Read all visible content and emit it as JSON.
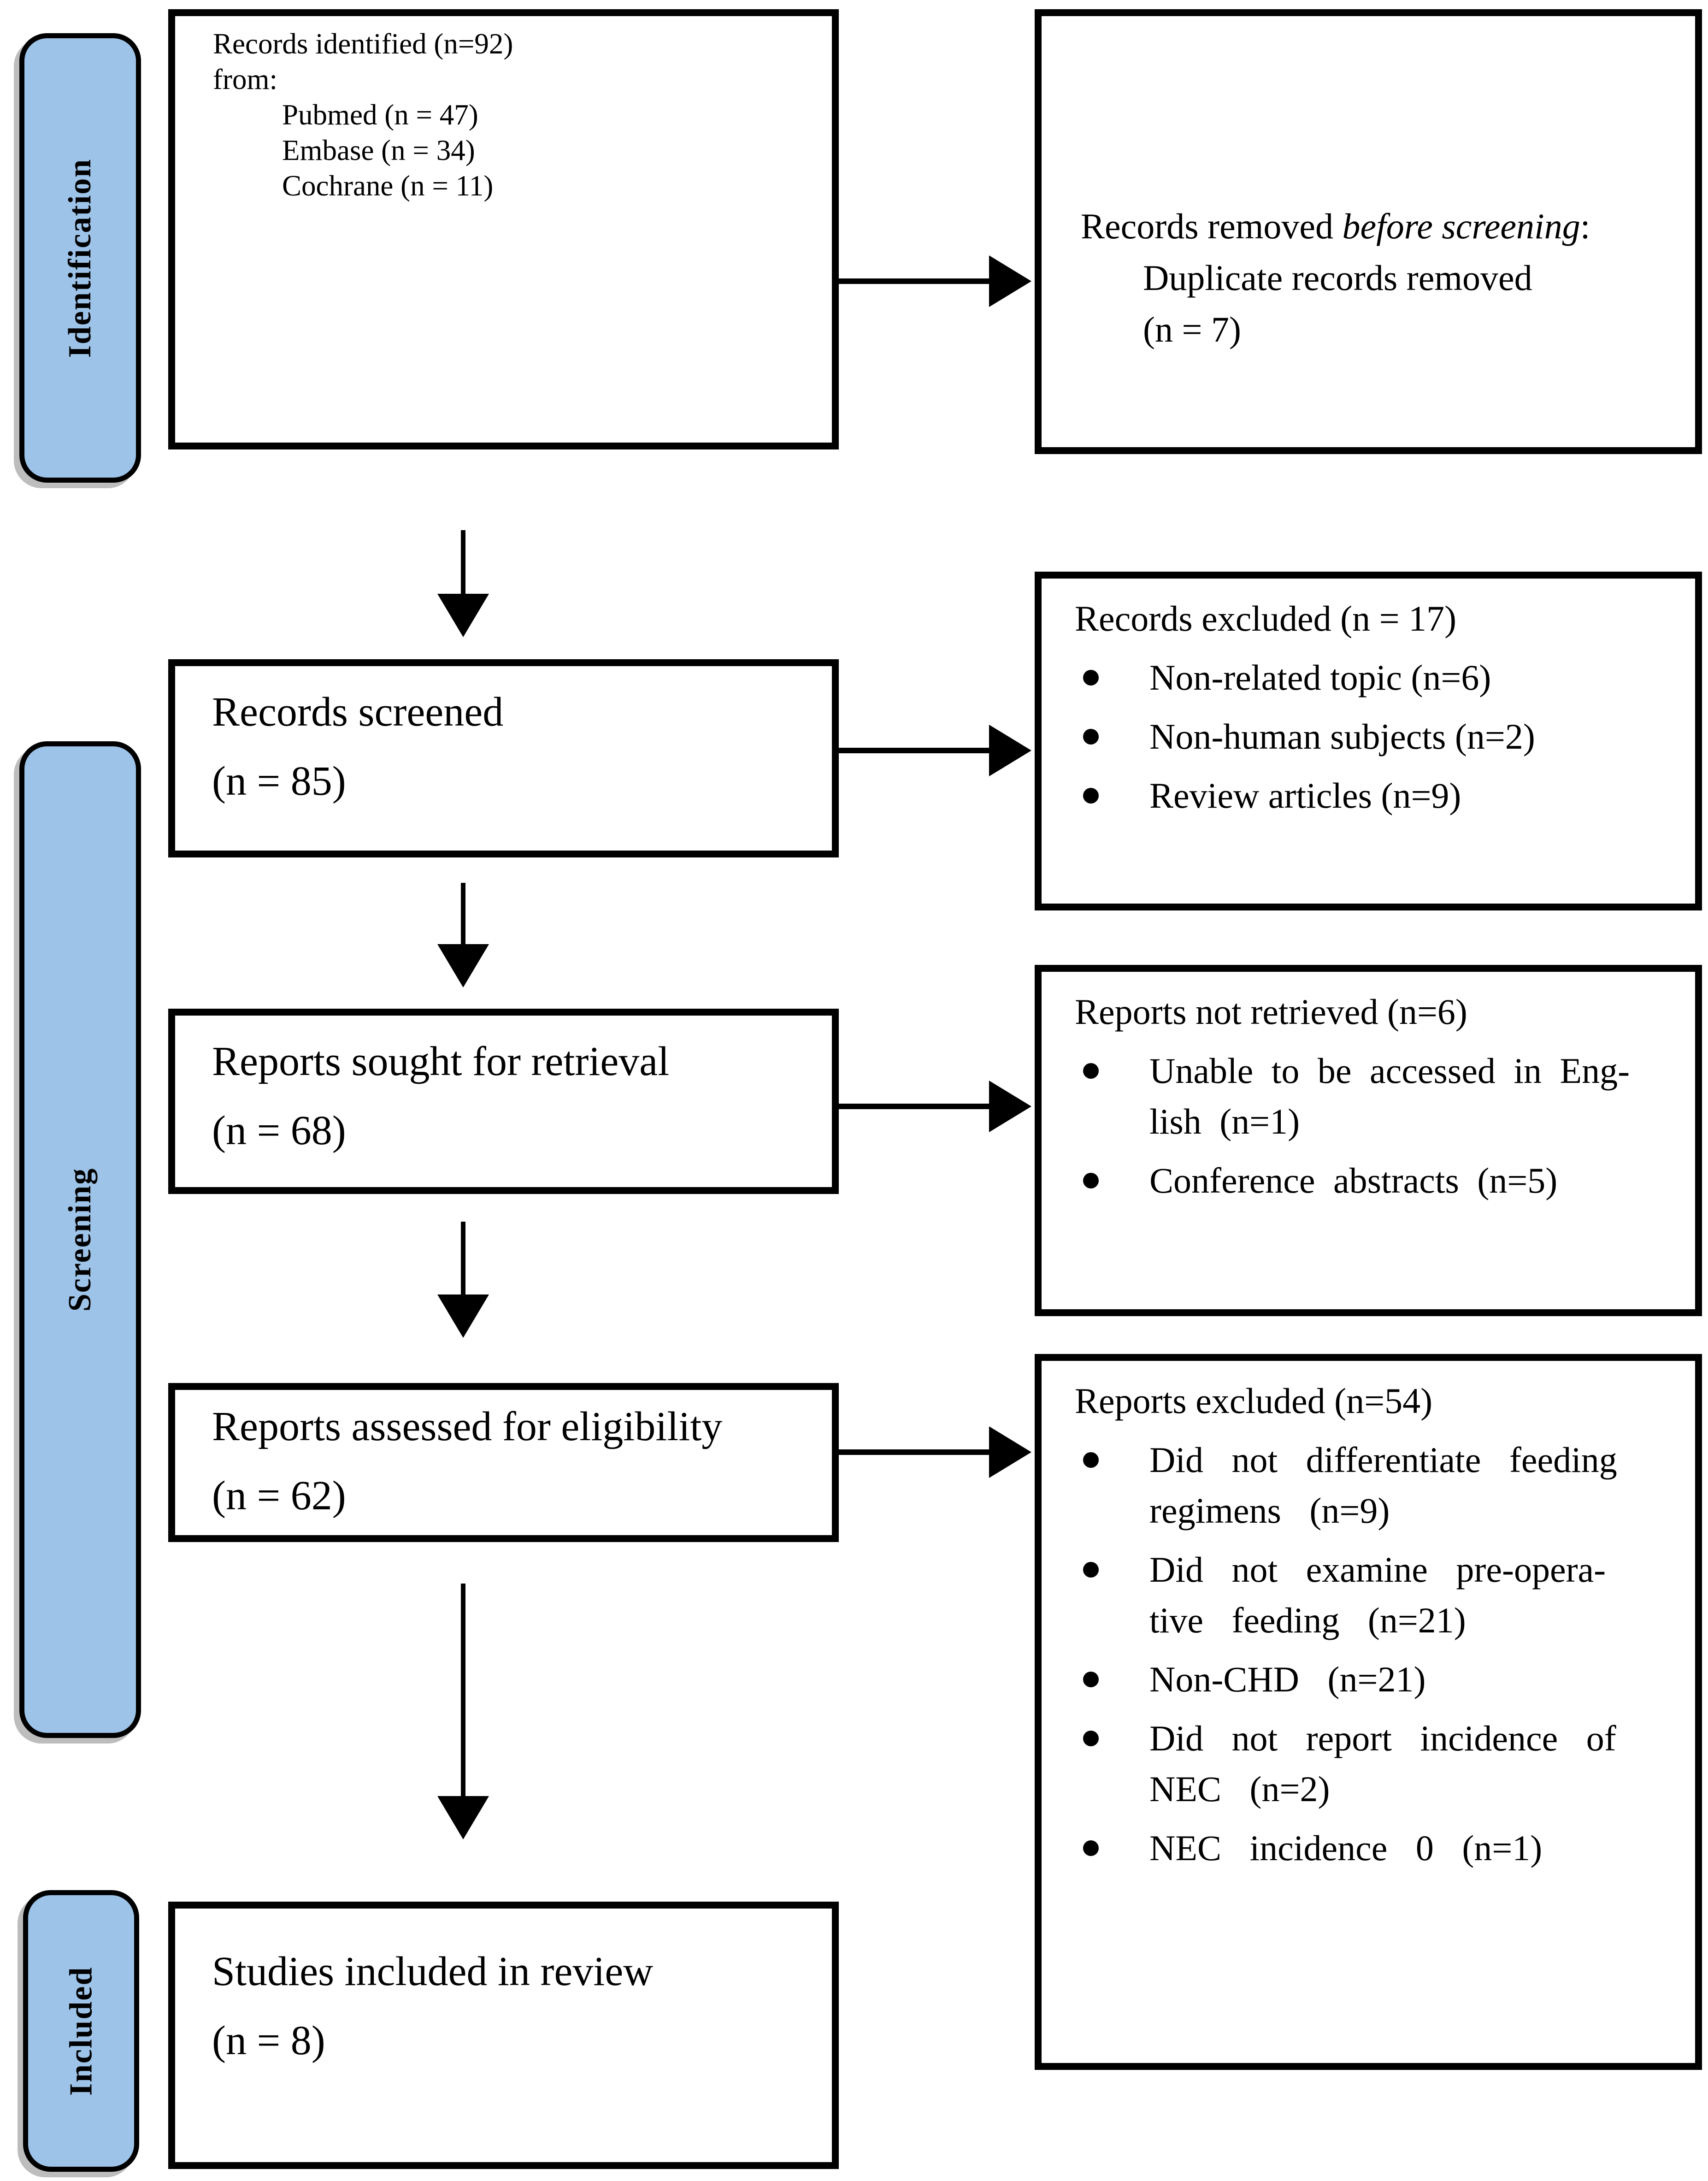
{
  "diagram_title": "PRISMA flow diagram",
  "stages": {
    "identification": "Identification",
    "screening": "Screening",
    "included": "Included"
  },
  "boxes": {
    "identified": {
      "line1": "Records identified (n=92)",
      "line2": "from:",
      "sources": [
        "Pubmed (n = 47)",
        "Embase (n = 34)",
        "Cochrane (n = 11)"
      ]
    },
    "removed": {
      "title_prefix": "Records removed ",
      "title_italic": "before screening",
      "title_suffix": ":",
      "detail_line1": "Duplicate records removed",
      "detail_line2": "(n = 7)"
    },
    "screened": {
      "line1": "Records screened",
      "line2": "(n = 85)"
    },
    "records_excluded": {
      "title": "Records excluded (n = 17)",
      "items": [
        "Non-related topic (n=6)",
        "Non-human subjects (n=2)",
        "Review articles (n=9)"
      ]
    },
    "sought": {
      "line1": "Reports sought for retrieval",
      "line2": "(n = 68)"
    },
    "not_retrieved": {
      "title": "Reports not retrieved (n=6)",
      "items": [
        "Unable to be accessed in Eng-\nlish (n=1)",
        "Conference abstracts (n=5)"
      ]
    },
    "assessed": {
      "line1": "Reports assessed for eligibility",
      "line2": "(n = 62)"
    },
    "reports_excluded": {
      "title": "Reports excluded (n=54)",
      "items": [
        "Did not differentiate feeding\nregimens (n=9)",
        "Did not examine pre-opera-\ntive feeding (n=21)",
        "Non-CHD (n=21)",
        "Did not report incidence of\nNEC (n=2)",
        "NEC incidence 0 (n=1)"
      ]
    },
    "included_studies": {
      "line1": "Studies included in review",
      "line2": "(n = 8)"
    }
  },
  "colors": {
    "stage_fill": "#9DC3E8",
    "border": "#000000",
    "background": "#FFFFFF"
  }
}
